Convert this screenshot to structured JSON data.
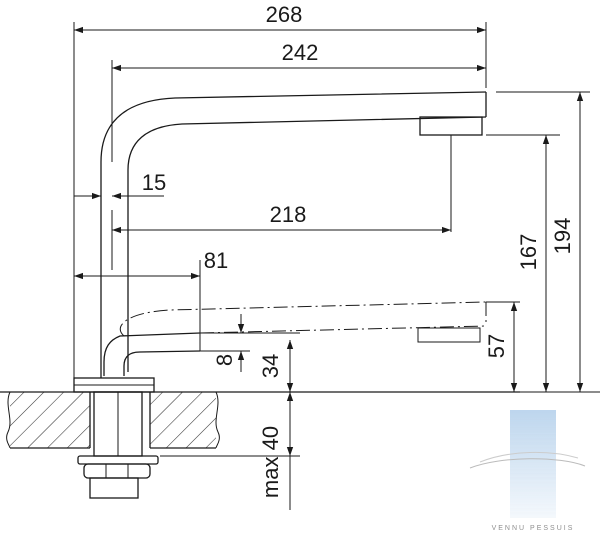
{
  "diagram": {
    "dimensions": {
      "overall_width": "268",
      "spout_reach": "242",
      "body_offset": "15",
      "outlet_reach": "218",
      "lowered_reach": "81",
      "lowered_outlet": "8",
      "lowered_height": "34",
      "lowered_total": "57",
      "outlet_height": "167",
      "total_height": "194",
      "max_deck": "max 40"
    },
    "watermark": {
      "text": "VENNU PESSUIS"
    },
    "colors": {
      "line": "#1a1a1a",
      "hatch": "#333333",
      "watermark_blue": "#a9c9e8"
    }
  }
}
